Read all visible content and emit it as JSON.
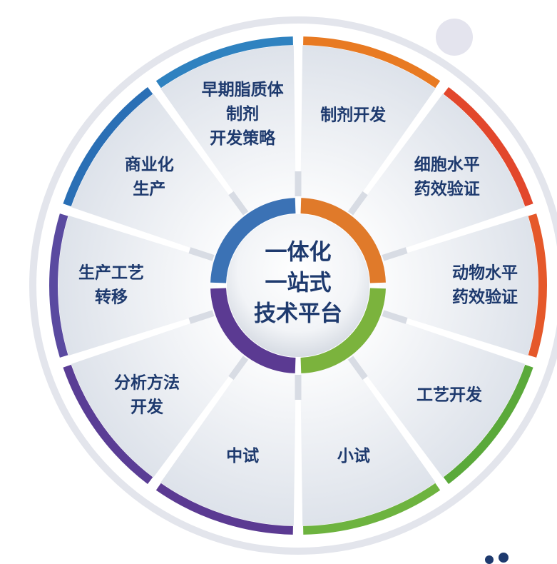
{
  "center": {
    "lines": [
      "一体化",
      "一站式",
      "技术平台"
    ]
  },
  "segments": [
    {
      "lines": [
        "制剂开发"
      ],
      "color": "#e87a22"
    },
    {
      "lines": [
        "细胞水平",
        "药效验证"
      ],
      "color": "#e2472c"
    },
    {
      "lines": [
        "动物水平",
        "药效验证"
      ],
      "color": "#e5582a"
    },
    {
      "lines": [
        "工艺开发"
      ],
      "color": "#5aa93a"
    },
    {
      "lines": [
        "小试"
      ],
      "color": "#6db33f"
    },
    {
      "lines": [
        "中试"
      ],
      "color": "#5b3a92"
    },
    {
      "lines": [
        "分析方法",
        "开发"
      ],
      "color": "#5a3d95"
    },
    {
      "lines": [
        "生产工艺",
        "转移"
      ],
      "color": "#5a4aa0"
    },
    {
      "lines": [
        "商业化",
        "生产"
      ],
      "color": "#2a6fb5"
    },
    {
      "lines": [
        "早期脂质体",
        "制剂",
        "开发策略"
      ],
      "color": "#2f82c0"
    }
  ],
  "inner_ring_colors": [
    "#e07a2a",
    "#7bb33d",
    "#5b3a92",
    "#3b72b5"
  ],
  "colors": {
    "text": "#1e3a6e",
    "segment_fill": "#e9edf3",
    "outer_ring": "#e3e5ec",
    "spoke": "#d8dce4"
  }
}
